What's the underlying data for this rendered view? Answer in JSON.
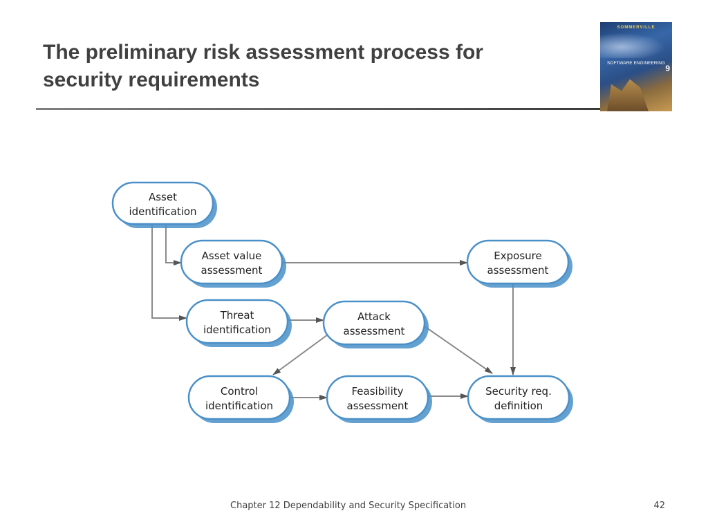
{
  "slide": {
    "title_line1": "The preliminary risk assessment process for",
    "title_line2": "security requirements",
    "footer_chapter": "Chapter 12 Dependability and Security Specification",
    "page_number": "42"
  },
  "book_cover": {
    "author": "SOMMERVILLE",
    "title": "SOFTWARE ENGINEERING",
    "edition": "9"
  },
  "diagram": {
    "nodes": [
      {
        "id": "asset_identification",
        "line1": "Asset",
        "line2": "identification"
      },
      {
        "id": "asset_value_assessment",
        "line1": "Asset value",
        "line2": "assessment"
      },
      {
        "id": "exposure_assessment",
        "line1": "Exposure",
        "line2": "assessment"
      },
      {
        "id": "threat_identification",
        "line1": "Threat",
        "line2": "identification"
      },
      {
        "id": "attack_assessment",
        "line1": "Attack",
        "line2": "assessment"
      },
      {
        "id": "control_identification",
        "line1": "Control",
        "line2": "identification"
      },
      {
        "id": "feasibility_assessment",
        "line1": "Feasibility",
        "line2": "assessment"
      },
      {
        "id": "security_req_definition",
        "line1": "Security req.",
        "line2": "definition"
      }
    ],
    "edges": [
      {
        "from": "asset_identification",
        "to": "asset_value_assessment"
      },
      {
        "from": "asset_identification",
        "to": "threat_identification"
      },
      {
        "from": "asset_value_assessment",
        "to": "exposure_assessment"
      },
      {
        "from": "exposure_assessment",
        "to": "security_req_definition"
      },
      {
        "from": "threat_identification",
        "to": "attack_assessment"
      },
      {
        "from": "attack_assessment",
        "to": "control_identification"
      },
      {
        "from": "attack_assessment",
        "to": "security_req_definition"
      },
      {
        "from": "control_identification",
        "to": "feasibility_assessment"
      },
      {
        "from": "feasibility_assessment",
        "to": "security_req_definition"
      }
    ],
    "colors": {
      "node_border": "#4a90c8",
      "node_shadow": "#4a90c8",
      "node_fill": "#ffffff",
      "edge": "#8a8a8a",
      "text": "#222222"
    }
  }
}
